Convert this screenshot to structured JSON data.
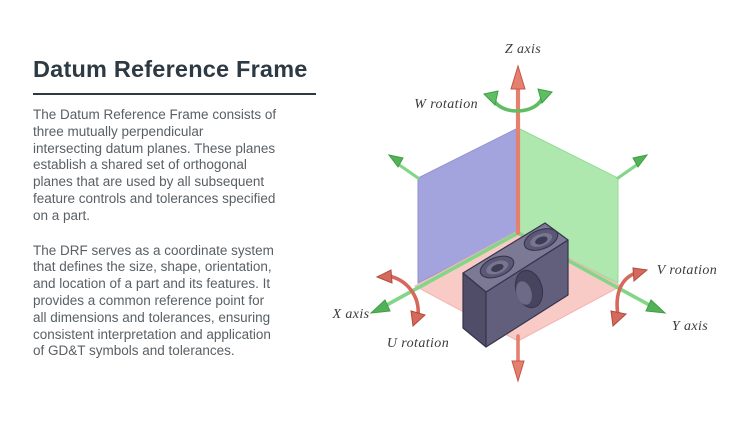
{
  "left_panel": {
    "title": "Datum Reference Frame",
    "paragraph1": "The Datum Reference Frame consists of\nthree mutually perpendicular\nintersecting datum planes. These planes\nestablish a shared set of orthogonal\nplanes that are used by all subsequent\nfeature controls and tolerances specified\non a part.",
    "paragraph2": "The DRF serves as a coordinate system\nthat defines the size, shape, orientation,\nand location of a part and its features. It\nprovides a common reference point for\nall dimensions and tolerances, ensuring\nconsistent interpretation and application\nof GD&T symbols and tolerances."
  },
  "diagram": {
    "labels": {
      "z_axis": "Z axis",
      "w_rotation": "W rotation",
      "x_axis": "X axis",
      "u_rotation": "U rotation",
      "v_rotation": "V rotation",
      "y_axis": "Y axis"
    },
    "colors": {
      "plane_blue": "#a3a3de",
      "plane_blue_edge": "#9090cc",
      "plane_green": "#aee8ae",
      "plane_green_edge": "#97da97",
      "plane_pink": "#f9cbc7",
      "plane_pink_edge": "#f2b5af",
      "axis_red": "#e5806f",
      "axis_red_dark": "#c2574a",
      "axis_green": "#82d687",
      "axis_green_dark": "#53b258",
      "rotation_green": "#5fbe63",
      "rotation_red": "#d4695c",
      "rotation_red_dark": "#b14a3e",
      "part_top": "#7b7994",
      "part_front": "#615f7c",
      "part_side": "#4f4d68",
      "part_outline": "#36344c",
      "hole_dark": "#47455e",
      "hole_mid": "#5a5874",
      "hole_ring": "#777590",
      "hole_inner": "#3e3c52",
      "hole_light": "#6c6a85",
      "title_color": "#2e3a43",
      "body_color": "#596065",
      "label_color": "#3b3b3b"
    }
  }
}
